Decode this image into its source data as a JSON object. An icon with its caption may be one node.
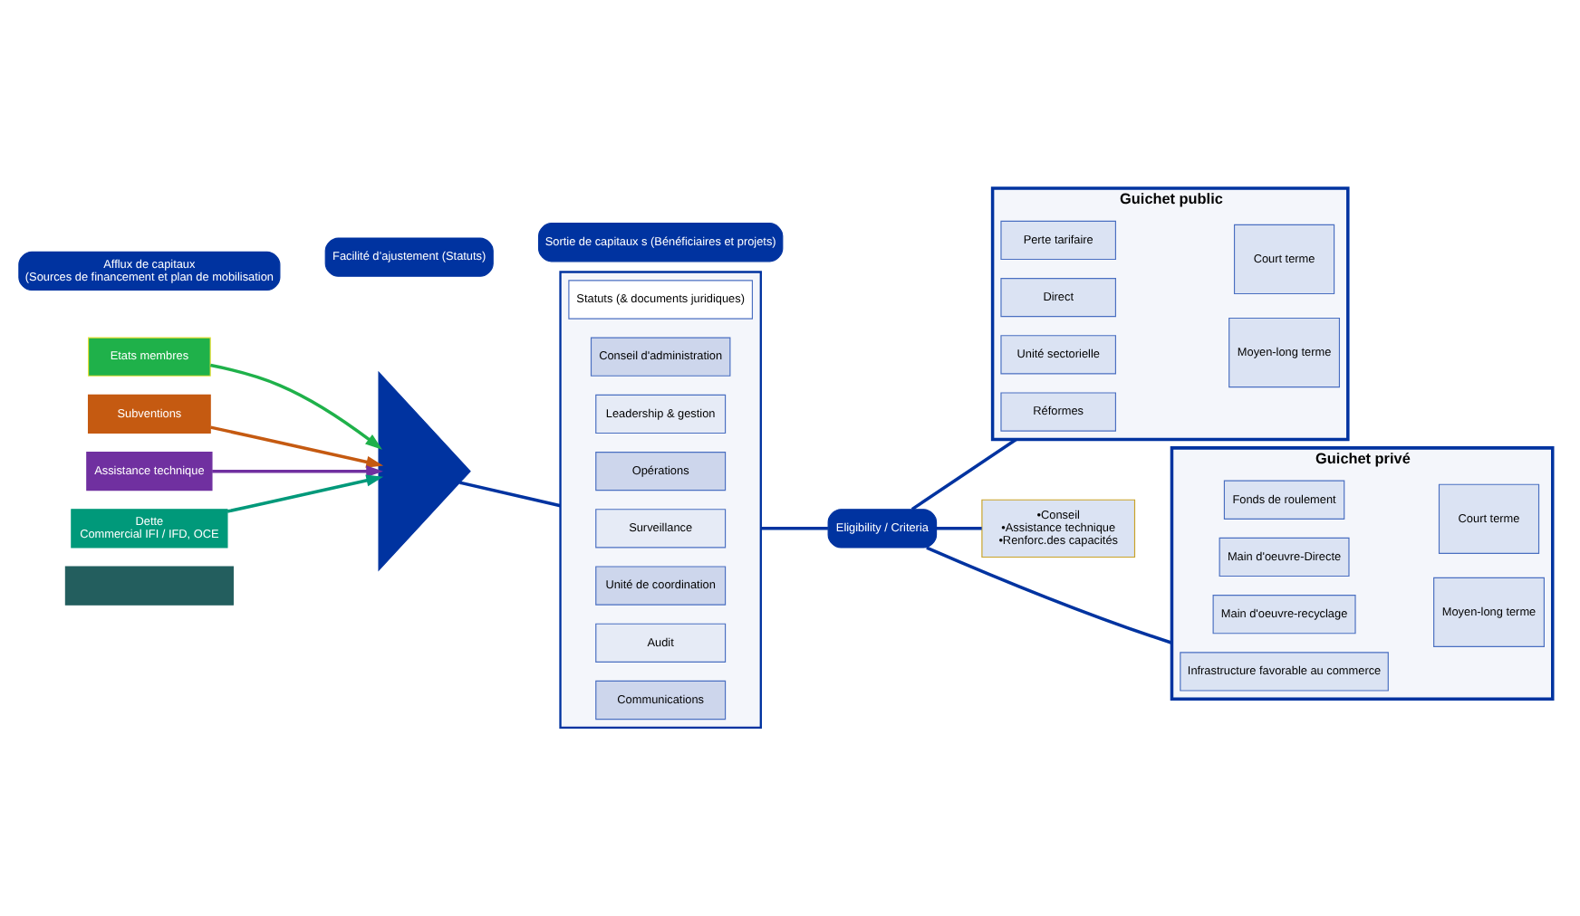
{
  "diagram": {
    "nodes": [
      {
        "text": [
          "Afflux de capitaux",
          "(Sources de financement et plan de mobilisation"
        ]
      },
      {
        "text": [
          "Facilité d’ajustement (Statuts)"
        ]
      },
      {
        "text": [
          "Sortie de capitaux s (Bénéficiaires et projets)"
        ]
      },
      {
        "text": [
          "Etats membres"
        ]
      },
      {
        "text": [
          "Subventions"
        ]
      },
      {
        "text": [
          "Assistance technique"
        ]
      },
      {
        "text": [
          "Dette",
          "Commercial IFI / IFD, OCE"
        ]
      },
      {
        "text": [],
        "shape": "triangle"
      },
      {
        "text": [],
        "shape": "box"
      },
      {
        "text": [
          "Statuts (& documents juridiques)"
        ],
        "in": 8
      },
      {
        "text": [
          "Conseil d'administration"
        ],
        "in": 8
      },
      {
        "text": [
          "Leadership & gestion"
        ],
        "in": 8
      },
      {
        "text": [
          "Opérations"
        ],
        "in": 8
      },
      {
        "text": [
          "Surveillance"
        ],
        "in": 8
      },
      {
        "text": [
          "Unité de coordination"
        ],
        "in": 8
      },
      {
        "text": [
          "Audit"
        ],
        "in": 8
      },
      {
        "text": [
          "Communications"
        ],
        "in": 8
      },
      {
        "text": [
          "Eligibility / Criteria"
        ]
      },
      {
        "text": [
          "Guichet public"
        ]
      },
      {
        "text": [
          "Perte tarifaire"
        ],
        "in": 18
      },
      {
        "text": [
          "Direct"
        ],
        "in": 18
      },
      {
        "text": [
          "Unité sectorielle"
        ],
        "in": 18
      },
      {
        "text": [
          "Réformes"
        ],
        "in": 18
      },
      {
        "text": [
          "Court terme"
        ],
        "in": 18
      },
      {
        "text": [
          "Moyen-long terme"
        ],
        "in": 18
      },
      {
        "text": [
          "•Conseil",
          "•Assistance technique",
          "•Renforc.des capacités"
        ]
      },
      {
        "text": [
          "Guichet privé"
        ]
      },
      {
        "text": [
          "Fonds de roulement"
        ],
        "in": 26
      },
      {
        "text": [
          "Main d'oeuvre-Directe"
        ],
        "in": 26
      },
      {
        "text": [
          "Main d'oeuvre-recyclage"
        ],
        "in": 26
      },
      {
        "text": [
          "Infrastructure favorable au commerce"
        ],
        "in": 26
      },
      {
        "text": [
          "Court terme"
        ],
        "in": 26
      },
      {
        "text": [
          "Moyen-long terme"
        ],
        "in": 26
      },
      {
        "text": [],
        "shape": "box"
      }
    ],
    "edges": [
      {
        "from": 3,
        "to": 7,
        "arrow": "to",
        "color": "#1fb14a"
      },
      {
        "from": 4,
        "to": 7,
        "arrow": "to",
        "color": "#c55a11"
      },
      {
        "from": 5,
        "to": 7,
        "arrow": "to",
        "color": "#7030a0"
      },
      {
        "from": 6,
        "to": 7,
        "arrow": "to",
        "color": "#00997a"
      },
      {
        "from": 7,
        "to": 8,
        "arrow": "none"
      },
      {
        "from": 8,
        "to": 17,
        "arrow": "none"
      },
      {
        "from": 17,
        "to": 18,
        "arrow": "none"
      },
      {
        "from": 17,
        "to": 25,
        "arrow": "none"
      },
      {
        "from": 17,
        "to": 26,
        "arrow": "none"
      }
    ]
  }
}
